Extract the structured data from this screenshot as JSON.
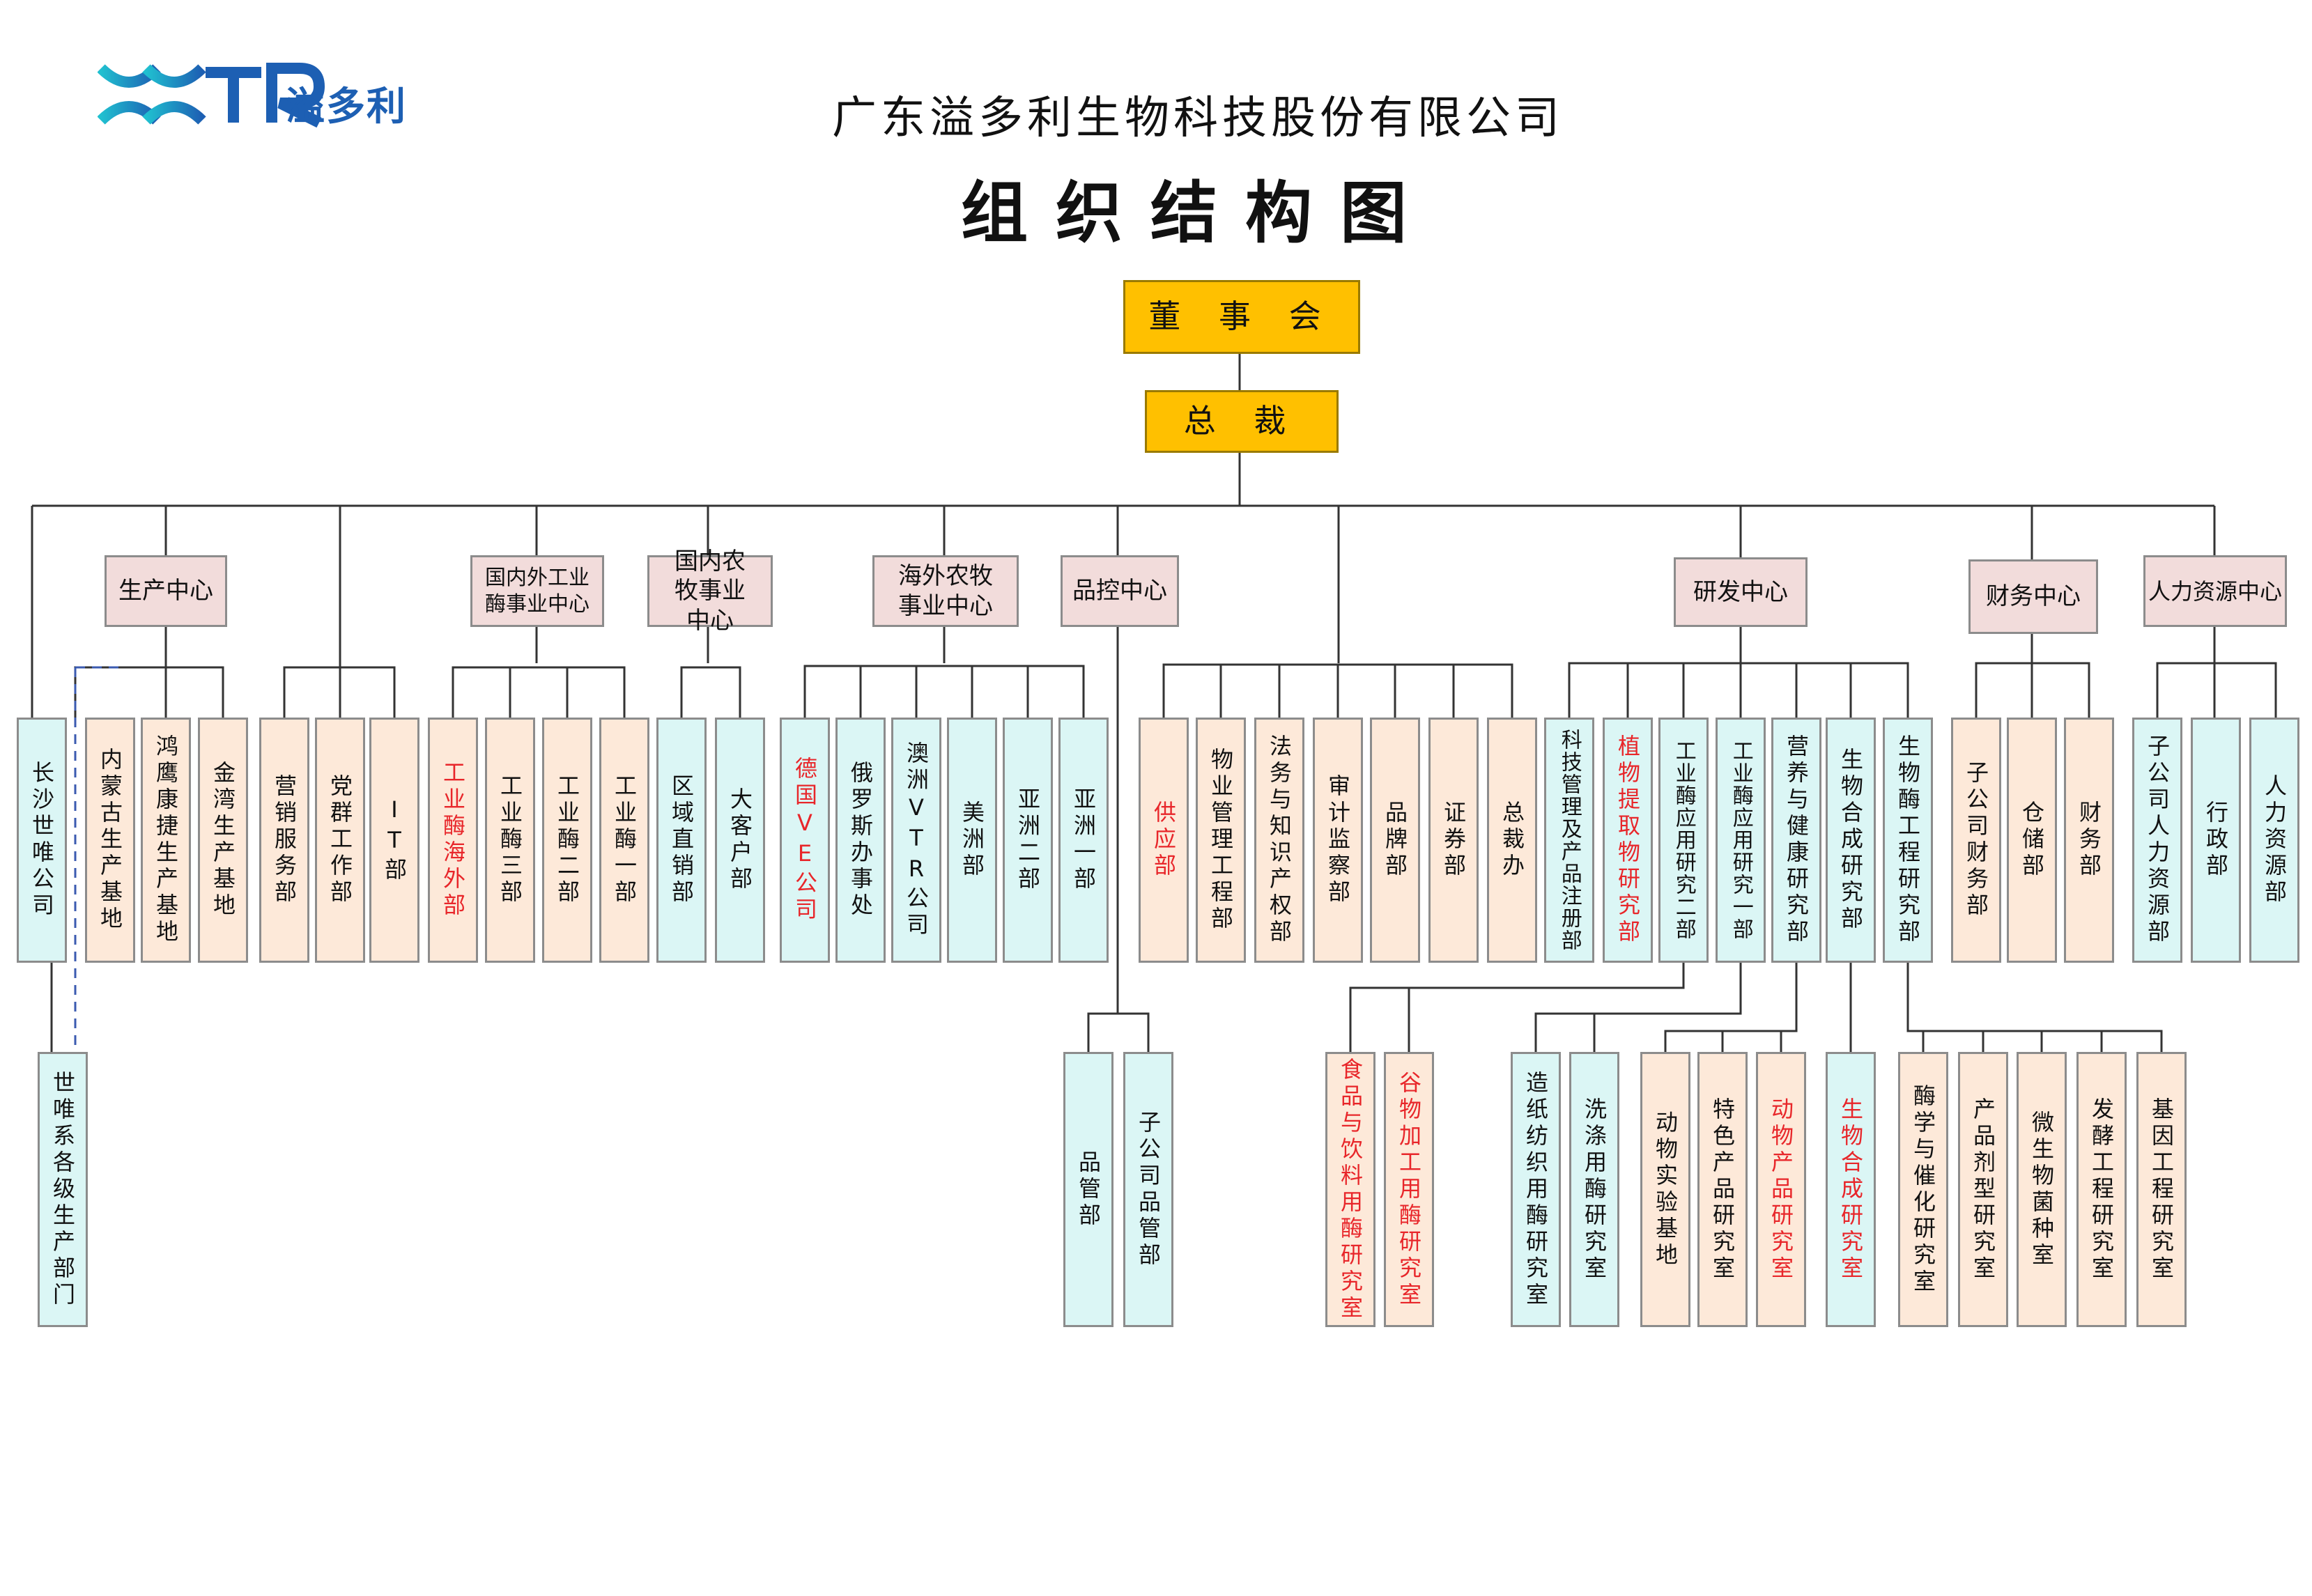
{
  "header": {
    "logo_text": "溢多利",
    "company_name": "广东溢多利生物科技股份有限公司",
    "title": "组织结构图"
  },
  "top": {
    "board": "董 事 会",
    "president": "总 裁"
  },
  "centers": {
    "production": "生产中心",
    "intl_enzyme": "国内外工业酶事业中心",
    "domestic_agri": "国内农牧事业中心",
    "overseas_agri": "海外农牧事业中心",
    "quality": "品控中心",
    "rnd": "研发中心",
    "finance": "财务中心",
    "hr": "人力资源中心"
  },
  "departments": {
    "changsha": "长沙世唯公司",
    "shiwei_prod": "世唯系各级生产部门",
    "neimenggu": "内蒙古生产基地",
    "hongying": "鸿鹰康捷生产基地",
    "jinwan": "金湾生产基地",
    "marketing": "营销服务部",
    "party": "党群工作部",
    "it": "IT部",
    "enzyme_overseas": "工业酶海外部",
    "enzyme3": "工业酶三部",
    "enzyme2": "工业酶二部",
    "enzyme1": "工业酶一部",
    "regional": "区域直销部",
    "key_account": "大客户部",
    "germany": "德国VE公司",
    "russia": "俄罗斯办事处",
    "australia": "澳洲VTR公司",
    "america": "美洲部",
    "asia2": "亚洲二部",
    "asia1": "亚洲一部",
    "qc": "品管部",
    "sub_qc": "子公司品管部",
    "supply": "供应部",
    "property": "物业管理工程部",
    "legal": "法务与知识产权部",
    "audit": "审计监察部",
    "brand": "品牌部",
    "securities": "证券部",
    "ceo_office": "总裁办",
    "sci_mgmt": "科技管理及产品注册部",
    "plant_extract": "植物提取物研究部",
    "enzyme_app2": "工业酶应用研究二部",
    "enzyme_app1": "工业酶应用研究一部",
    "nutrition": "营养与健康研究部",
    "biosynth": "生物合成研究部",
    "bioeng": "生物酶工程研究部",
    "food_lab": "食品与饮料用酶研究室",
    "grain_lab": "谷物加工用酶研究室",
    "paper_lab": "造纸纺织用酶研究室",
    "detergent_lab": "洗涤用酶研究室",
    "animal_base": "动物实验基地",
    "special_lab": "特色产品研究室",
    "animal_lab": "动物产品研究室",
    "biosynth_lab": "生物合成研究室",
    "enzymology_lab": "酶学与催化研究室",
    "formulation_lab": "产品剂型研究室",
    "microbe_lab": "微生物菌种室",
    "ferment_lab": "发酵工程研究室",
    "gene_lab": "基因工程研究室",
    "sub_finance": "子公司财务部",
    "warehouse": "仓储部",
    "finance_dept": "财务部",
    "sub_hr": "子公司人力资源部",
    "admin": "行政部",
    "hr_dept": "人力资源部"
  },
  "colors": {
    "gold": "#ffc000",
    "center": "#f2dcdb",
    "peach": "#fde9d9",
    "cyan": "#dbf6f5",
    "red_text": "#e8262a",
    "logo_blue": "#1d5fb3",
    "logo_cyan": "#20c0d0"
  }
}
